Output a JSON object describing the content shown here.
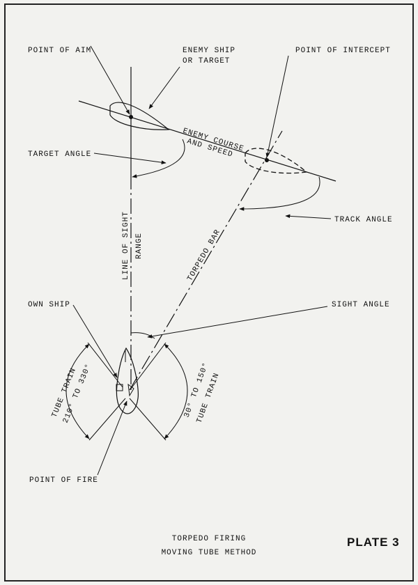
{
  "labels": {
    "point_of_aim": "POINT OF AIM",
    "enemy_ship_1": "ENEMY SHIP",
    "enemy_ship_2": "OR TARGET",
    "point_of_intercept": "POINT OF INTERCEPT",
    "enemy_course_1": "ENEMY COURSE",
    "enemy_course_2": "AND SPEED",
    "target_angle": "TARGET ANGLE",
    "track_angle": "TRACK ANGLE",
    "line_of_sight": "LINE OF SIGHT",
    "range": "RANGE",
    "torpedo_bar": "TORPEDO BAR",
    "own_ship": "OWN SHIP",
    "sight_angle": "SIGHT ANGLE",
    "tube_train_left_1": "TUBE TRAIN",
    "tube_train_left_2": "210° TO 330°",
    "tube_train_right_1": "30° TO 150°",
    "tube_train_right_2": "TUBE TRAIN",
    "point_of_fire": "POINT OF FIRE"
  },
  "caption": {
    "line1": "TORPEDO FIRING",
    "line2": "MOVING TUBE METHOD"
  },
  "plate": "PLATE 3",
  "colors": {
    "ink": "#111111",
    "paper": "#f2f2ef"
  }
}
